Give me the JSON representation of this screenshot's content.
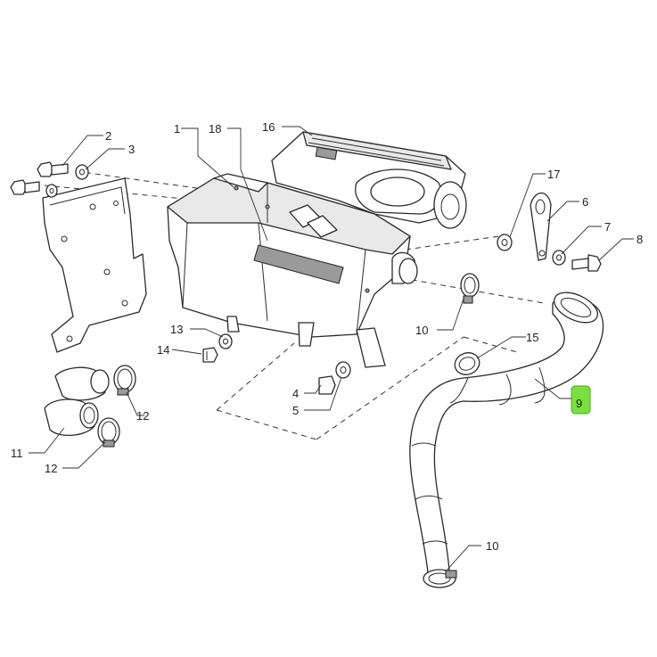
{
  "callouts": {
    "c1": "1",
    "c18": "18",
    "c16": "16",
    "c2": "2",
    "c3": "3",
    "c17": "17",
    "c6": "6",
    "c7": "7",
    "c8": "8",
    "c10a": "10",
    "c13": "13",
    "c14": "14",
    "c15": "15",
    "c9": "9",
    "c4": "4",
    "c5": "5",
    "c12a": "12",
    "c11": "11",
    "c12b": "12",
    "c10b": "10"
  },
  "highlight": {
    "callout": "9",
    "color": "#7be03f"
  }
}
